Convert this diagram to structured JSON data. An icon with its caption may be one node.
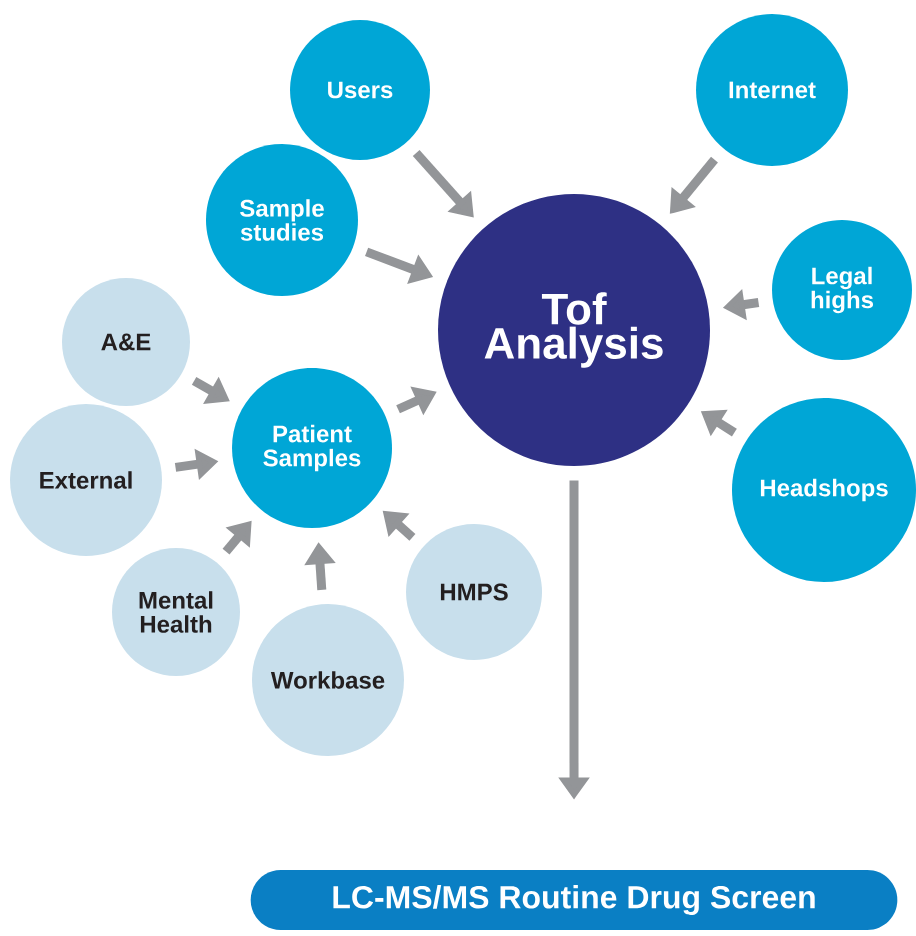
{
  "diagram": {
    "nodes": [
      {
        "text": [
          "Tof Analysis"
        ]
      },
      {
        "text": [
          "Users"
        ]
      },
      {
        "text": [
          "Internet"
        ]
      },
      {
        "text": [
          "Sample studies"
        ]
      },
      {
        "text": [
          "Legal highs"
        ]
      },
      {
        "text": [
          "Headshops"
        ]
      },
      {
        "text": [
          "Patient Samples"
        ]
      },
      {
        "text": [
          "A&E"
        ]
      },
      {
        "text": [
          "External"
        ]
      },
      {
        "text": [
          "Mental Health"
        ]
      },
      {
        "text": [
          "Workbase"
        ]
      },
      {
        "text": [
          "HMPS"
        ]
      },
      {
        "text": [
          "LC-MS/MS Routine Drug Screen"
        ]
      }
    ],
    "edges": [
      {
        "from": 1,
        "to": 0,
        "arrow": "to"
      },
      {
        "from": 2,
        "to": 0,
        "arrow": "to"
      },
      {
        "from": 3,
        "to": 0,
        "arrow": "to"
      },
      {
        "from": 4,
        "to": 0,
        "arrow": "to"
      },
      {
        "from": 5,
        "to": 0,
        "arrow": "to"
      },
      {
        "from": 6,
        "to": 0,
        "arrow": "to"
      },
      {
        "from": 7,
        "to": 6,
        "arrow": "to"
      },
      {
        "from": 8,
        "to": 6,
        "arrow": "to"
      },
      {
        "from": 9,
        "to": 6,
        "arrow": "to"
      },
      {
        "from": 10,
        "to": 6,
        "arrow": "to"
      },
      {
        "from": 11,
        "to": 6,
        "arrow": "to"
      },
      {
        "from": 0,
        "to": 12,
        "arrow": "to"
      }
    ]
  }
}
